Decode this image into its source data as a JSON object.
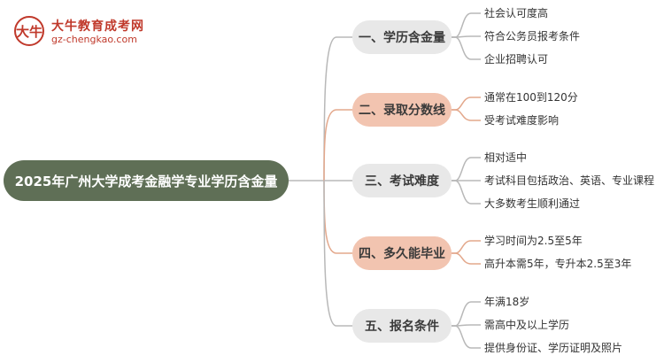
{
  "logo": {
    "mark": "大牛",
    "title": "大牛教育成考网",
    "url": "gz-chengkao.com"
  },
  "root": {
    "label": "2025年广州大学成考金融学专业学历含金量"
  },
  "colors": {
    "root_bg": "#5f6f56",
    "branch_gray": "#e8e8e8",
    "branch_peach": "#f2c4b0",
    "line_gray": "#b8b8b8",
    "line_peach": "#e3a88c"
  },
  "branches": [
    {
      "label": "一、学历含金量",
      "style": "gray",
      "leaves": [
        "社会认可度高",
        "符合公务员报考条件",
        "企业招聘认可"
      ]
    },
    {
      "label": "二、录取分数线",
      "style": "peach",
      "leaves": [
        "通常在100到120分",
        "受考试难度影响"
      ]
    },
    {
      "label": "三、考试难度",
      "style": "gray",
      "leaves": [
        "相对适中",
        "考试科目包括政治、英语、专业课程",
        "大多数考生顺利通过"
      ]
    },
    {
      "label": "四、多久能毕业",
      "style": "peach",
      "leaves": [
        "学习时间为2.5至5年",
        "高升本需5年，专升本2.5至3年"
      ]
    },
    {
      "label": "五、报名条件",
      "style": "gray",
      "leaves": [
        "年满18岁",
        "需高中及以上学历",
        "提供身份证、学历证明及照片"
      ]
    }
  ]
}
